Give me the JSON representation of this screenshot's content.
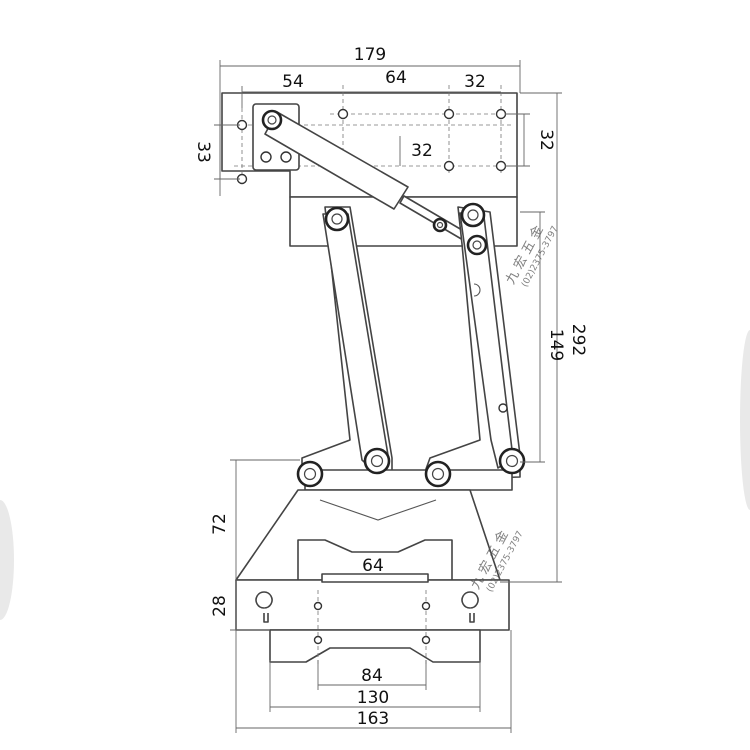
{
  "dimensions": {
    "top_total": "179",
    "top_left": "54",
    "top_mid": "64",
    "top_right": "32",
    "inner_horizontal": "32",
    "left_vertical": "33",
    "right_vertical": "32",
    "overall_height": "292",
    "stroke_height": "149",
    "base_height": "72",
    "foot_height": "28",
    "foot_slot_width": "64",
    "foot_inner": "84",
    "foot_holes": "130",
    "foot_total": "163"
  },
  "watermark": {
    "name": "九宏五金",
    "phone": "(02)2375-3797"
  }
}
